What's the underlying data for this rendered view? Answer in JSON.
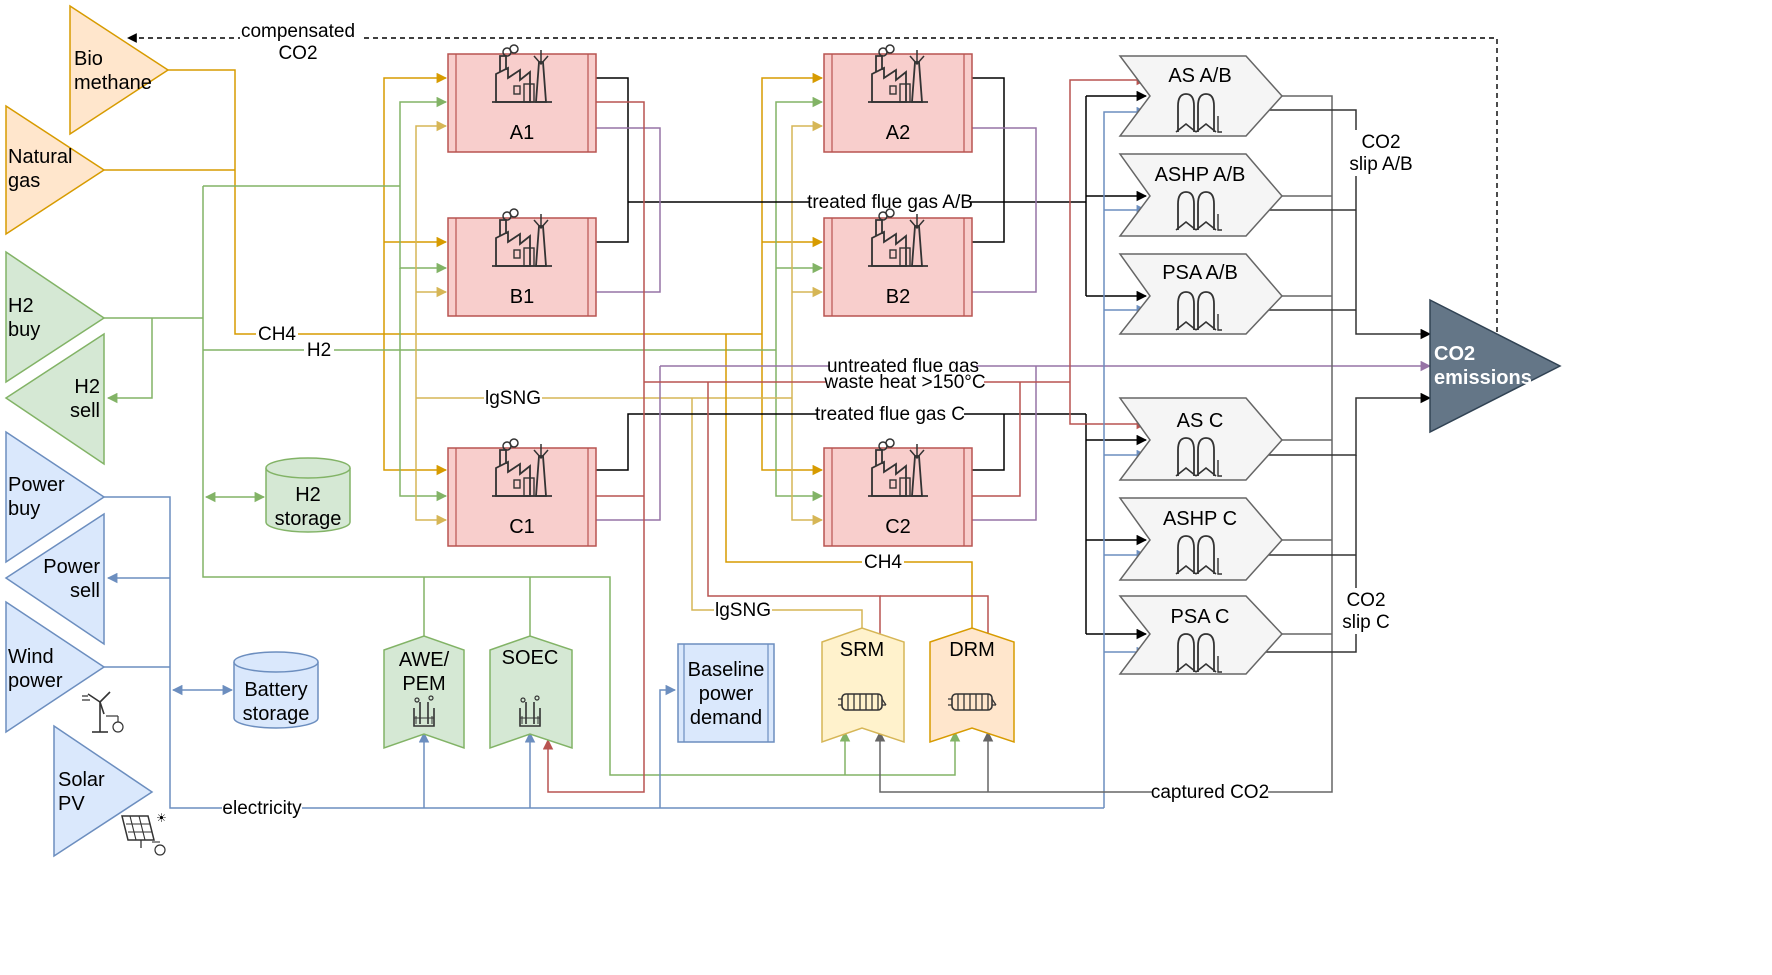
{
  "sources": {
    "biomethane": [
      "Bio",
      "methane"
    ],
    "natural_gas": [
      "Natural",
      "gas"
    ],
    "h2_buy": [
      "H2",
      "buy"
    ],
    "h2_sell": [
      "H2",
      "sell"
    ],
    "power_buy": [
      "Power",
      "buy"
    ],
    "power_sell": [
      "Power",
      "sell"
    ],
    "wind_power": [
      "Wind",
      "power"
    ],
    "solar_pv": [
      "Solar",
      "PV"
    ]
  },
  "storage": {
    "h2": [
      "H2",
      "storage"
    ],
    "battery": [
      "Battery",
      "storage"
    ]
  },
  "plants": {
    "a1": "A1",
    "b1": "B1",
    "c1": "C1",
    "a2": "A2",
    "b2": "B2",
    "c2": "C2"
  },
  "electrolysers": {
    "awe": [
      "AWE/",
      "PEM"
    ],
    "soec": "SOEC"
  },
  "baseline": [
    "Baseline",
    "power",
    "demand"
  ],
  "reformers": {
    "srm": "SRM",
    "drm": "DRM"
  },
  "capture_units": {
    "as_ab": "AS A/B",
    "ashp_ab": "ASHP A/B",
    "psa_ab": "PSA A/B",
    "as_c": "AS C",
    "ashp_c": "ASHP C",
    "psa_c": "PSA C"
  },
  "emissions": [
    "CO2",
    "emissions"
  ],
  "flow_labels": {
    "compensated_co2": [
      "compensated",
      "CO2"
    ],
    "co2_slip_ab": [
      "CO2",
      "slip A/B"
    ],
    "co2_slip_c": [
      "CO2",
      "slip C"
    ],
    "treated_ab": "treated flue gas A/B",
    "treated_c": "treated flue gas C",
    "untreated": "untreated flue gas",
    "waste_heat": "waste heat >150°C",
    "ch4_main": "CH4",
    "h2_main": "H2",
    "lgsng_main": "lgSNG",
    "ch4_lower": "CH4",
    "lgsng_lower": "lgSNG",
    "electricity": "electricity",
    "captured_co2": "captured CO2"
  },
  "colors": {
    "orange": "#d79b00",
    "green": "#82b366",
    "blue": "#6c8ebf",
    "red": "#b85450",
    "purple": "#9673a6",
    "black": "#000000",
    "gray": "#666666",
    "lgsng": "#d6b656",
    "orange_fill": "#ffe6cc",
    "green_fill": "#d5e8d4",
    "blue_fill": "#dae8fc",
    "red_fill": "#f8cecc",
    "yellow_fill": "#fff2cc",
    "gray_fill": "#f5f5f5",
    "dark_fill": "#647687"
  }
}
